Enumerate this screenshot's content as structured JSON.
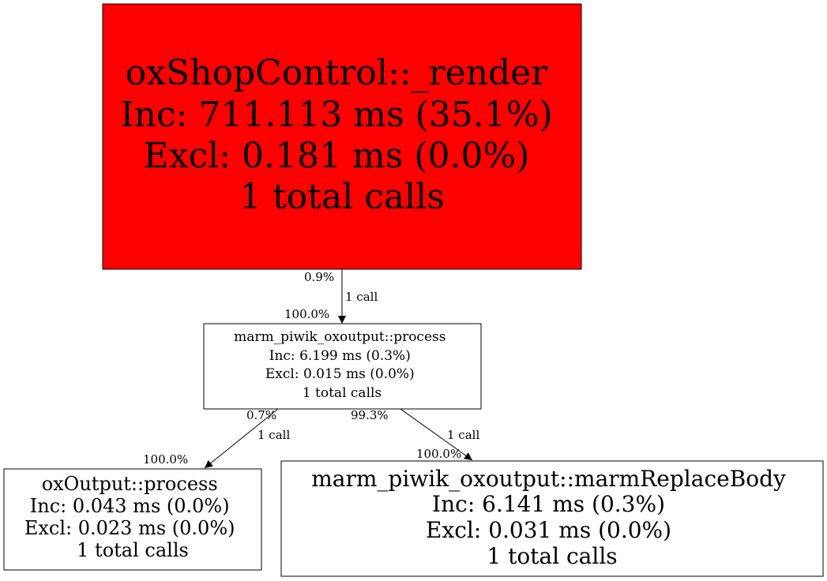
{
  "graph": {
    "colors": {
      "hot": "#ff0000",
      "normal": "#ffffff",
      "stroke": "#000000"
    },
    "nodes": [
      {
        "id": "render",
        "fill": "#ff0000",
        "lines": [
          "oxShopControl::_render",
          "Inc: 711.113 ms (35.1%)",
          "Excl: 0.181 ms (0.0%)",
          "1 total calls"
        ]
      },
      {
        "id": "process_marm",
        "fill": "#ffffff",
        "lines": [
          "marm_piwik_oxoutput::process",
          "Inc: 6.199 ms (0.3%)",
          "Excl: 0.015 ms (0.0%)",
          "1 total calls"
        ]
      },
      {
        "id": "oxoutput_process",
        "fill": "#ffffff",
        "lines": [
          "oxOutput::process",
          "Inc: 0.043 ms (0.0%)",
          "Excl: 0.023 ms (0.0%)",
          "1 total calls"
        ]
      },
      {
        "id": "replace_body",
        "fill": "#ffffff",
        "lines": [
          "marm_piwik_oxoutput::marmReplaceBody",
          "Inc: 6.141 ms (0.3%)",
          "Excl: 0.031 ms (0.0%)",
          "1 total calls"
        ]
      }
    ],
    "edges": [
      {
        "from": "render",
        "to": "process_marm",
        "tail_pct": "0.9%",
        "calls": "1 call",
        "head_pct": "100.0%"
      },
      {
        "from": "process_marm",
        "to": "oxoutput_process",
        "tail_pct": "0.7%",
        "calls": "1 call",
        "head_pct": "100.0%"
      },
      {
        "from": "process_marm",
        "to": "replace_body",
        "tail_pct": "99.3%",
        "calls": "1 call",
        "head_pct": "100.0%"
      }
    ]
  }
}
